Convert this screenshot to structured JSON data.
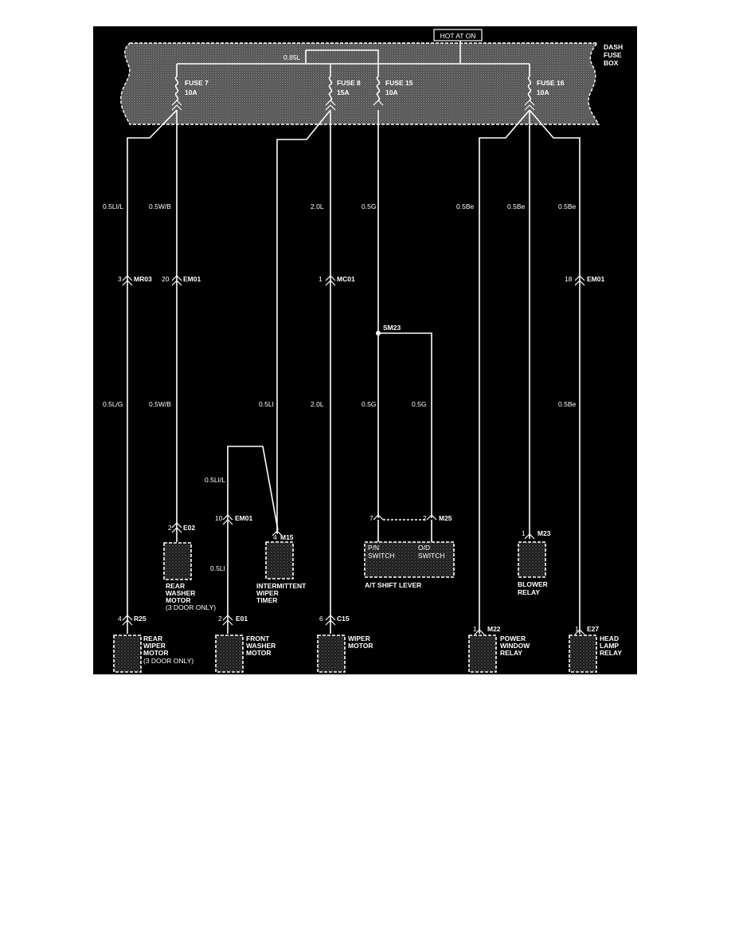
{
  "header": {
    "hot_label": "HOT AT ON"
  },
  "fuse_box": {
    "label_line1": "DASH",
    "label_line2": "FUSE",
    "label_line3": "BOX",
    "bus_wire": "0.85L"
  },
  "fuses": [
    {
      "name": "FUSE 7",
      "rating": "10A"
    },
    {
      "name": "FUSE 8",
      "rating": "15A"
    },
    {
      "name": "FUSE 15",
      "rating": "10A"
    },
    {
      "name": "FUSE 16",
      "rating": "10A"
    }
  ],
  "wires": {
    "w1_top": "0.5LI/L",
    "w1_bot": "0.5L/G",
    "w2_top": "0.5W/B",
    "w2_bot": "0.5W/B",
    "w3_bot": "0.5LI",
    "w4_top": "2.0L",
    "w4_bot": "2.0L",
    "w5_top": "0.5G",
    "w5_bot": "0.5G",
    "w6_bot": "0.5G",
    "w7_top": "0.5Be",
    "w8_top": "0.5Be",
    "w9_top": "0.5Be",
    "w9_bot": "0.5Be",
    "fw_top": "0.5LI/L",
    "fw_bot": "0.5LI"
  },
  "connectors": {
    "mr03": {
      "pin": "3",
      "name": "MR03"
    },
    "em01_a": {
      "pin": "20",
      "name": "EM01"
    },
    "mc01": {
      "pin": "1",
      "name": "MC01"
    },
    "em01_b": {
      "pin": "18",
      "name": "EM01"
    },
    "sm23": {
      "name": "SM23"
    },
    "em01_c": {
      "pin": "10",
      "name": "EM01"
    },
    "e02": {
      "pin": "2",
      "name": "E02"
    },
    "m15": {
      "pin": "4",
      "name": "M15"
    },
    "m25_a": {
      "pin": "7"
    },
    "m25_b": {
      "pin": "2",
      "name": "M25"
    },
    "m23": {
      "pin": "1",
      "name": "M23"
    },
    "r25": {
      "pin": "4",
      "name": "R25"
    },
    "e01": {
      "pin": "2",
      "name": "E01"
    },
    "c15": {
      "pin": "6",
      "name": "C15"
    },
    "m22": {
      "pin": "1",
      "name": "M22"
    },
    "e27": {
      "pin": "1",
      "name": "E27"
    }
  },
  "components": {
    "rear_washer": {
      "l1": "REAR",
      "l2": "WASHER",
      "l3": "MOTOR",
      "l4": "(3 DOOR ONLY)"
    },
    "int_wiper": {
      "l1": "INTERMITTENT",
      "l2": "WIPER",
      "l3": "TIMER"
    },
    "shift_lever": {
      "pn1": "P/N",
      "pn2": "SWITCH",
      "od1": "O/D",
      "od2": "SWITCH",
      "label": "A/T SHIFT LEVER"
    },
    "blower": {
      "l1": "BLOWER",
      "l2": "RELAY"
    },
    "rear_wiper": {
      "l1": "REAR",
      "l2": "WIPER",
      "l3": "MOTOR",
      "l4": "(3 DOOR ONLY)"
    },
    "front_washer": {
      "l1": "FRONT",
      "l2": "WASHER",
      "l3": "MOTOR"
    },
    "wiper_motor": {
      "l1": "WIPER",
      "l2": "MOTOR"
    },
    "power_window": {
      "l1": "POWER",
      "l2": "WINDOW",
      "l3": "RELAY"
    },
    "head_lamp": {
      "l1": "HEAD",
      "l2": "LAMP",
      "l3": "RELAY"
    }
  }
}
